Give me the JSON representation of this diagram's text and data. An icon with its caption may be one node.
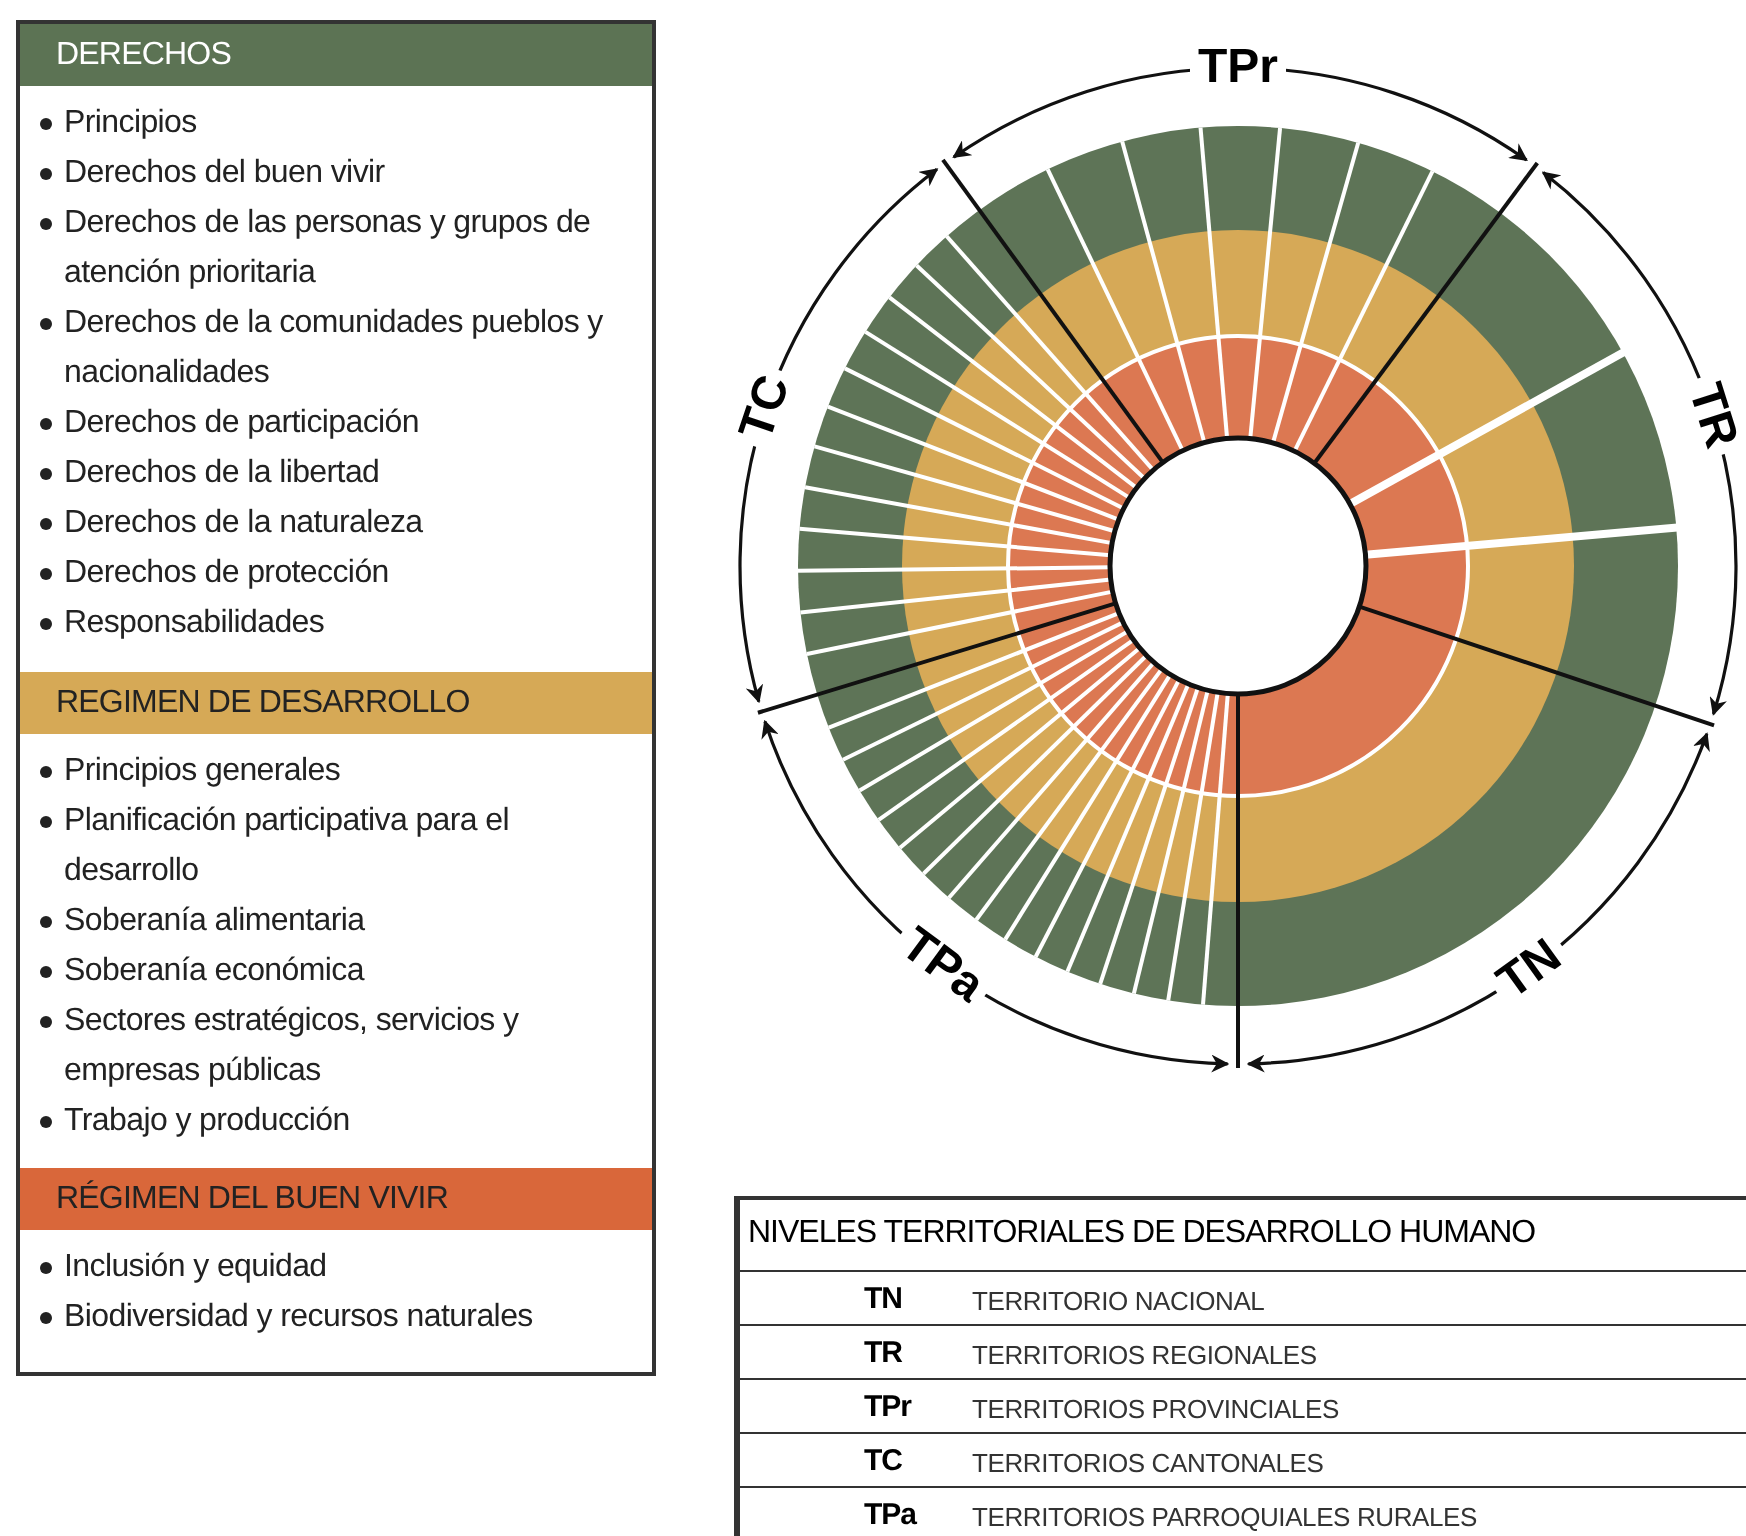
{
  "diagram": {
    "nodes": [
      {
        "text": [
          "DERECHOS",
          "Principios",
          "Derechos del buen vivir",
          "Derechos de las personas y grupos de atención prioritaria",
          "Derechos de la comunidades pueblos y nacionalidades",
          "Derechos de participación",
          "Derechos de la libertad",
          "Derechos de la naturaleza",
          "Derechos de protección",
          "Responsabilidades"
        ]
      },
      {
        "text": [
          "REGIMEN DE DESARROLLO",
          "Principios generales",
          "Planificación participativa para el desarrollo",
          "Soberanía alimentaria",
          "Soberanía económica",
          "Sectores estratégicos, servicios y empresas públicas",
          "Trabajo y producción"
        ]
      },
      {
        "text": [
          "RÉGIMEN DEL BUEN VIVIR",
          "Inclusión y equidad",
          "Biodiversidad y recursos naturales"
        ]
      }
    ],
    "labels": [
      "TPr",
      "TC",
      "TR",
      "TPa",
      "TN",
      "NIVELES TERRITORIALES DE DESARROLLO HUMANO",
      "TN",
      "TERRITORIO NACIONAL",
      "TR",
      "TERRITORIOS REGIONALES",
      "TPr",
      "TERRITORIOS PROVINCIALES",
      "TC",
      "TERRITORIOS CANTONALES",
      "TPa",
      "TERRITORIOS PARROQUIALES RURALES"
    ]
  }
}
